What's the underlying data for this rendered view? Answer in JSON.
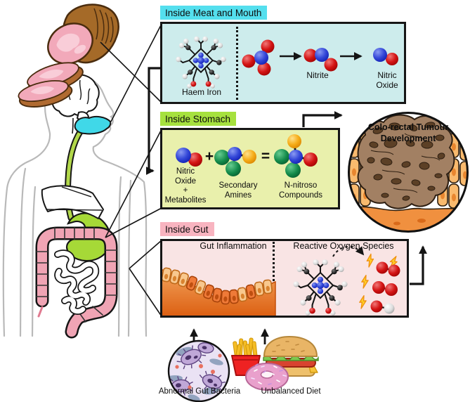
{
  "panels": {
    "meat_mouth": {
      "tab": "Inside Meat and Mouth",
      "haem_label": "Haem Iron",
      "nitrite_label": "Nitrite",
      "nitric_oxide_label": "Nitric\nOxide"
    },
    "stomach": {
      "tab": "Inside Stomach",
      "nitric_oxide_metabolites_label": "Nitric\nOxide\n+\nMetabolites",
      "plus_sign": "+",
      "secondary_amines_label": "Secondary\nAmines",
      "equals_sign": "=",
      "n_nitroso_label": "N-nitroso\nCompounds"
    },
    "gut": {
      "tab": "Inside Gut",
      "inflammation_label": "Gut Inflammation",
      "ros_label": "Reactive Oxygen Species"
    }
  },
  "tumour_circle": {
    "title": "Colo-rectal Tumour\nDevelopment"
  },
  "bottom_sources": {
    "bacteria_label": "Abnormal Gut Bacteria",
    "diet_label": "Unbalanced Diet"
  },
  "illustrations": {
    "meat": "ham-roast-with-slices-icon",
    "body": "human-digestive-system-icon",
    "bacteria": "gut-bacteria-microscope-icon",
    "diet": "fries-burger-donut-icon",
    "tumour": "colon-epithelium-tumour-icon"
  },
  "colors": {
    "meat_tab": "#54dfee",
    "meat_panel": "#cdecec",
    "stomach_tab": "#a6e13e",
    "stomach_panel": "#e9f0ac",
    "gut_tab": "#f8b4c0",
    "gut_panel": "#f9e4e4",
    "atom_blue": "#2a3cc8",
    "atom_red": "#cc1010",
    "atom_green": "#128a4a",
    "atom_yellow": "#f6ad19",
    "atom_white": "#e3e3e3",
    "tumour_cell": "#f9ba6e",
    "tumour_mass": "#a28063",
    "colon_pink": "#f0a4b4"
  }
}
